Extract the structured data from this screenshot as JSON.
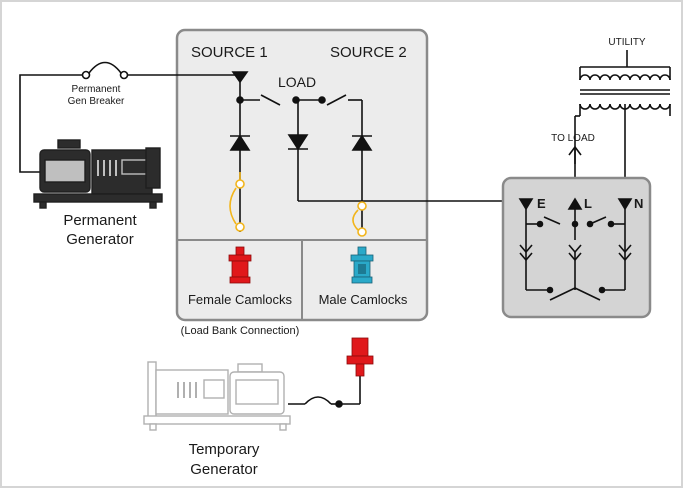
{
  "labels": {
    "source1": "SOURCE 1",
    "source2": "SOURCE 2",
    "load": "LOAD",
    "utility": "UTILITY",
    "to_load": "TO LOAD",
    "perm_breaker_line1": "Permanent",
    "perm_breaker_line2": "Gen Breaker",
    "perm_gen_line1": "Permanent",
    "perm_gen_line2": "Generator",
    "female_camlocks": "Female Camlocks",
    "male_camlocks": "Male Camlocks",
    "load_bank": "(Load Bank Connection)",
    "temp_gen_line1": "Temporary",
    "temp_gen_line2": "Generator",
    "terminal_e": "E",
    "terminal_l": "L",
    "terminal_n": "N"
  },
  "colors": {
    "panel_fill": "#ececec",
    "panel_stroke": "#8a8a8a",
    "wire": "#111111",
    "fuse": "#f2b51b",
    "female_camlock": "#e0181b",
    "male_camlock": "#2aa9c9",
    "generator_dark": "#2c2c2c",
    "generator_light": "#c8c8c8",
    "ats_fill": "#d4d4d4"
  },
  "icons": [
    "breaker-icon",
    "generator-icon",
    "transformer-icon",
    "fuse-icon",
    "camlock-icon",
    "ground-icon"
  ]
}
